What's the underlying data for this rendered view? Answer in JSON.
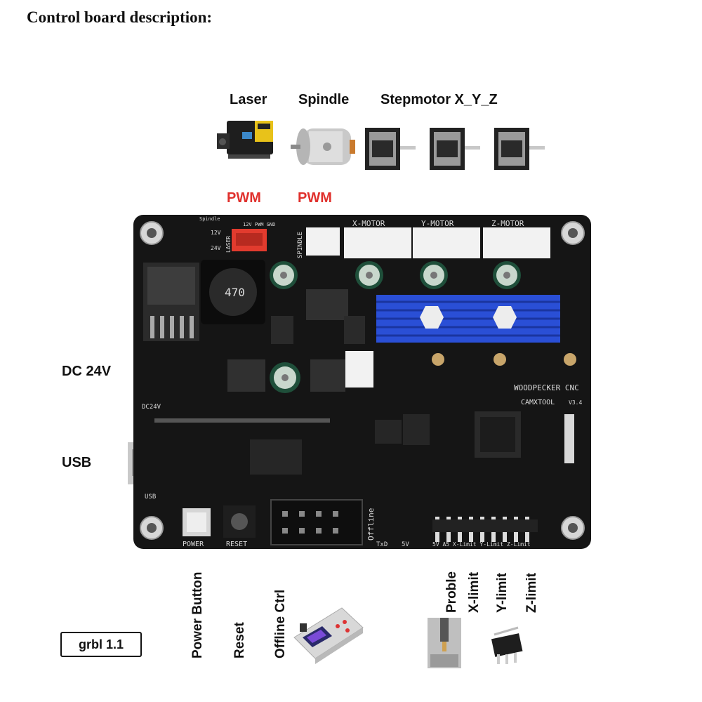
{
  "title": "Control board description:",
  "peripherals": {
    "laser": "Laser",
    "spindle": "Spindle",
    "stepmotor": "Stepmotor X_Y_Z",
    "laser_signal": "PWM",
    "spindle_signal": "PWM"
  },
  "side_labels": {
    "dc": "DC 24V",
    "usb": "USB"
  },
  "bottom_labels": {
    "power_button": "Power Button",
    "reset": "Reset",
    "offline_ctrl": "Offline Ctrl",
    "probe": "Proble",
    "x_limit": "X-limit",
    "y_limit": "Y-limit",
    "z_limit": "Z-limit"
  },
  "firmware": "grbl 1.1",
  "board_silkscreen": {
    "x_motor": "X-MOTOR",
    "y_motor": "Y-MOTOR",
    "z_motor": "Z-MOTOR",
    "spindle": "SPINDLE",
    "laser": "LASER",
    "laser_pins": "12V PWM GND",
    "spindle_jumper": "Spindle",
    "v12": "12V",
    "v24": "24V",
    "brand": "WOODPECKER CNC",
    "brand2": "CAMXTOOL",
    "version": "V3.4",
    "inductor": "470",
    "power": "POWER",
    "reset": "RESET",
    "offline": "Offline",
    "txd": "TxD",
    "v5": "5V",
    "limit_pins": "5V A5 X-Limit Y-Limit Z-Limit",
    "dc": "DC24V",
    "usb": "USB"
  },
  "colors": {
    "board": "#151515",
    "heatsink": "#2a4fd6",
    "pwm": "#e0302c",
    "laser_connector": "#e23b2e"
  }
}
